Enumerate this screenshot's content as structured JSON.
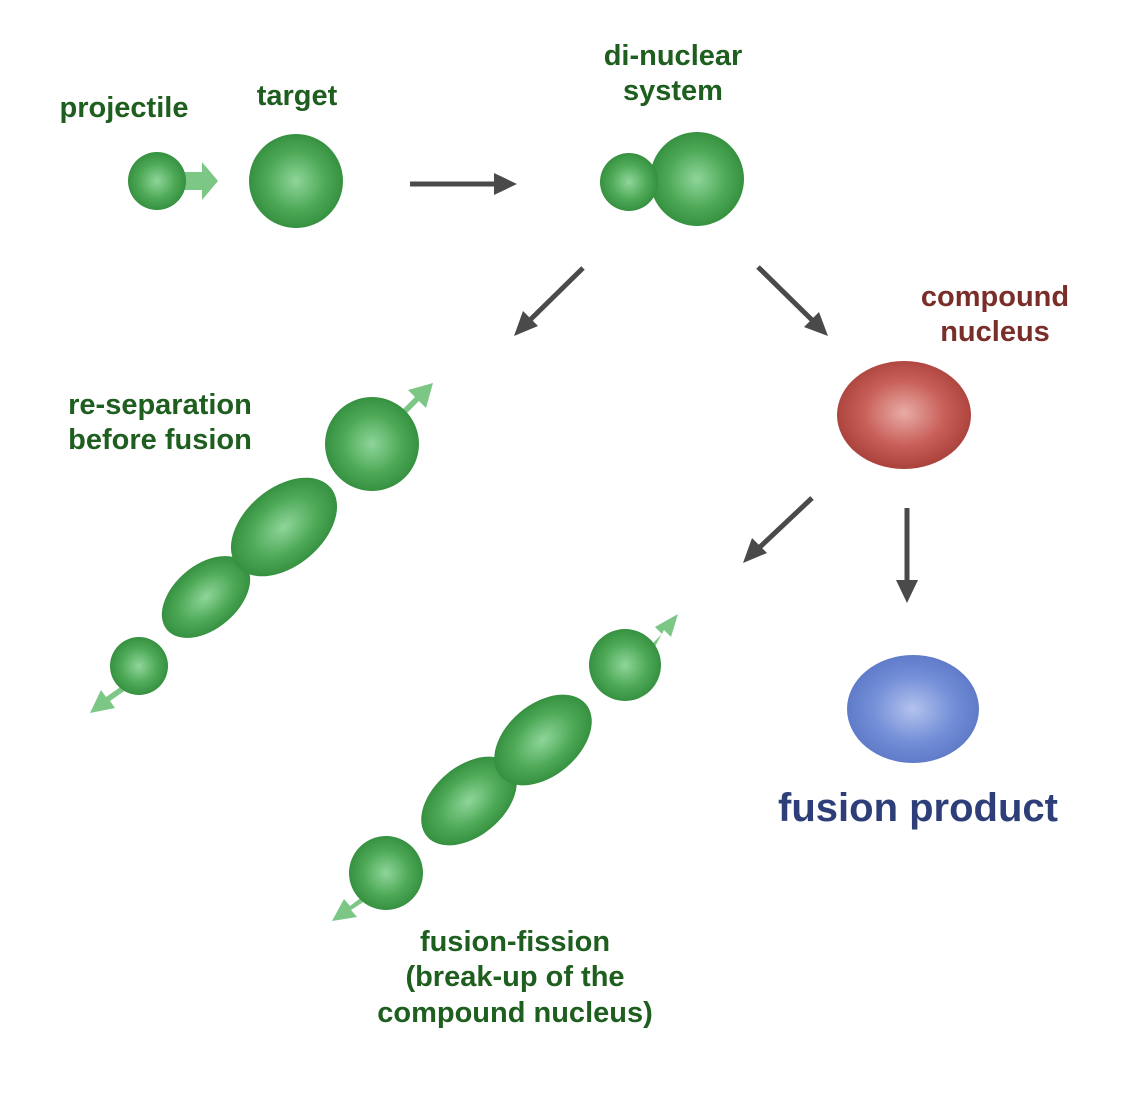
{
  "colors": {
    "nucleon_green": "#3b9e46",
    "label_green": "#1e5e1e",
    "compound_red": "#c25a55",
    "label_red": "#7a2e2a",
    "product_blue": "#6a86cf",
    "label_blue": "#2e3e78",
    "arrow_gray": "#4a4a4a"
  },
  "labels": {
    "projectile": "projectile",
    "target": "target",
    "dinuclear": [
      "di-nuclear",
      "system"
    ],
    "compound": [
      "compound",
      "nucleus"
    ],
    "reseparation": [
      "re-separation",
      "before fusion"
    ],
    "fission": [
      "fusion-fission",
      "(break-up of the",
      "compound nucleus)"
    ],
    "product": "fusion product"
  }
}
